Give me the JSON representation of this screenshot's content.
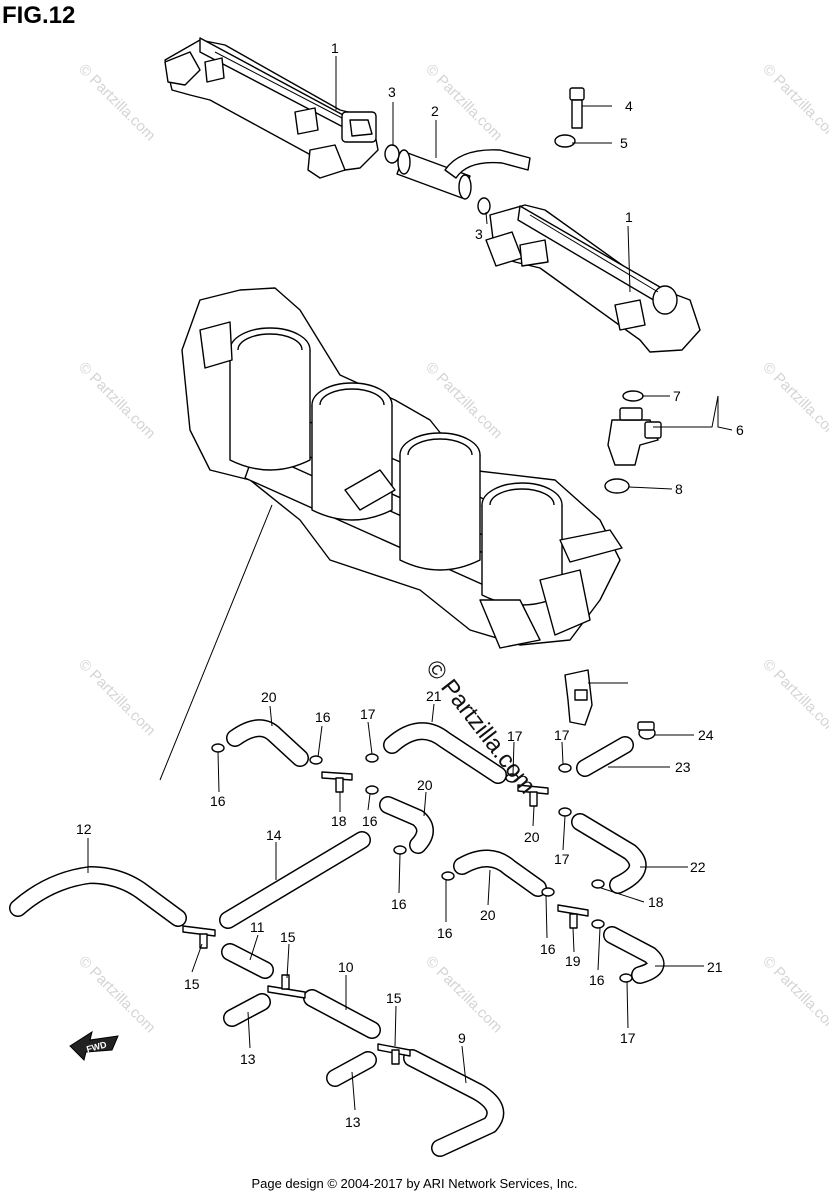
{
  "figure": {
    "title": "FIG.12"
  },
  "footer": {
    "text": "Page design © 2004-2017 by ARI Network Services, Inc."
  },
  "watermark": {
    "text": "© Partzilla.com"
  },
  "fwd_badge": {
    "text": "FWD"
  },
  "callouts": [
    "1",
    "1",
    "2",
    "3",
    "3",
    "4",
    "5",
    "6",
    "7",
    "8",
    "9",
    "10",
    "11",
    "12",
    "13",
    "13",
    "14",
    "15",
    "15",
    "15",
    "16",
    "16",
    "16",
    "16",
    "16",
    "16",
    "16",
    "17",
    "17",
    "17",
    "17",
    "17",
    "18",
    "18",
    "19",
    "20",
    "20",
    "20",
    "20",
    "21",
    "21",
    "22",
    "23",
    "24"
  ]
}
